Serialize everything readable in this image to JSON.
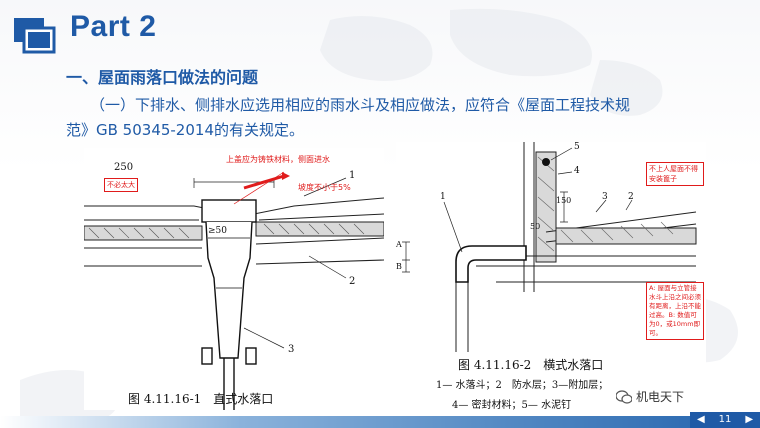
{
  "title": "Part 2",
  "heading": "一、屋面雨落口做法的问题",
  "paragraph": {
    "line1": "（一）下排水、侧排水应选用相应的雨水斗及相应做法，应符合《屋面工程技术规",
    "line2": "范》GB 50345-2014的有关规定。"
  },
  "figure1": {
    "dim_250": "250",
    "note_small": "不必太大",
    "note_top": "上盖应为铸铁材料，侧面进水",
    "slope": "坡度不小于5%",
    "dim_50": "≥50",
    "label_1": "1",
    "label_2": "2",
    "label_3": "3",
    "caption": "图 4.11.16-1　直式水落口"
  },
  "figure2": {
    "label_1": "1",
    "label_2": "2",
    "label_3": "3",
    "label_4": "4",
    "label_5": "5",
    "dim_150": "150",
    "dim_50": "50",
    "dim_A": "A",
    "dim_B": "B",
    "note_top": "不上人屋面不得安装篦子",
    "note_a_b": "A: 屋面与立管接水斗上沿之间必须有距离，上沿不能过高。B: 数值可为0，或10mm即可。",
    "caption": "图 4.11.16-2　横式水落口",
    "legend_line1": "1— 水落斗；2　防水层；3—附加层；",
    "legend_line2": "4— 密封材料；5— 水泥钉"
  },
  "footer": {
    "prev": "◀",
    "page": "11",
    "next": "▶"
  },
  "watermark": "机电天下",
  "colors": {
    "brand_blue": "#1f5aa6",
    "accent_red": "#e01b1b"
  }
}
